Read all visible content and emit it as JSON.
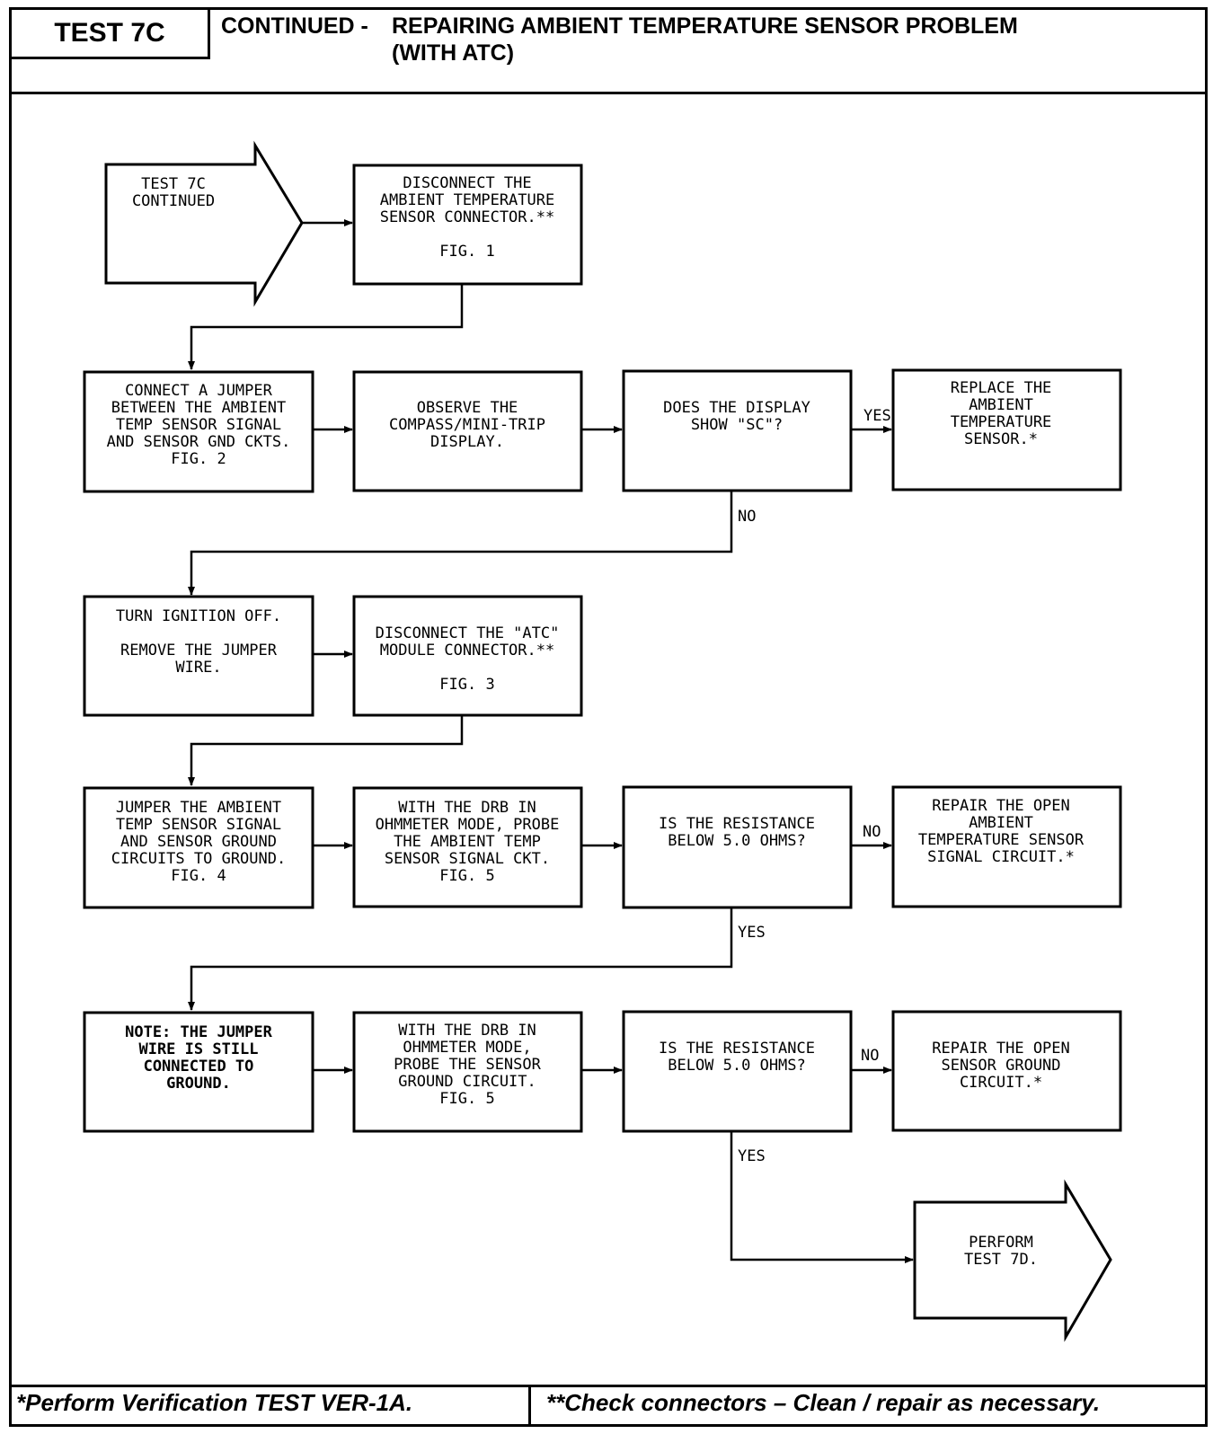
{
  "header": {
    "test_tag": "TEST 7C",
    "title_prefix": "CONTINUED -",
    "title_line1": "REPAIRING AMBIENT TEMPERATURE SENSOR PROBLEM",
    "title_line2": "(WITH ATC)"
  },
  "footer": {
    "left": "*Perform Verification TEST VER-1A.",
    "right": "**Check connectors – Clean / repair as necessary."
  },
  "flowchart": {
    "start_arrow": [
      "TEST 7C",
      "CONTINUED"
    ],
    "end_arrow": [
      "PERFORM",
      "TEST 7D."
    ],
    "boxes": {
      "disconnect_ambient": [
        "DISCONNECT THE",
        "AMBIENT TEMPERATURE",
        "SENSOR CONNECTOR.**",
        "",
        "FIG. 1"
      ],
      "connect_jumper": [
        "CONNECT A JUMPER",
        "BETWEEN THE AMBIENT",
        "TEMP SENSOR SIGNAL",
        "AND SENSOR GND CKTS.",
        "FIG. 2"
      ],
      "observe_display": [
        "OBSERVE THE",
        "COMPASS/MINI-TRIP",
        "DISPLAY."
      ],
      "does_display_show": [
        "DOES THE DISPLAY",
        "SHOW \"SC\"?"
      ],
      "replace_sensor": [
        "REPLACE THE",
        "AMBIENT",
        "TEMPERATURE",
        "SENSOR.*"
      ],
      "turn_ignition_off": [
        "TURN IGNITION OFF.",
        "",
        "REMOVE THE JUMPER",
        "WIRE."
      ],
      "disconnect_atc": [
        "DISCONNECT THE \"ATC\"",
        "MODULE CONNECTOR.**",
        "",
        "FIG. 3"
      ],
      "jumper_to_ground": [
        "JUMPER THE AMBIENT",
        "TEMP SENSOR SIGNAL",
        "AND SENSOR GROUND",
        "CIRCUITS TO GROUND.",
        "FIG. 4"
      ],
      "probe_signal": [
        "WITH THE DRB IN",
        "OHMMETER MODE, PROBE",
        "THE AMBIENT TEMP",
        "SENSOR SIGNAL CKT.",
        "FIG. 5"
      ],
      "resistance_q1": [
        "IS THE RESISTANCE",
        "BELOW 5.0 OHMS?"
      ],
      "repair_signal": [
        "REPAIR THE OPEN",
        "AMBIENT",
        "TEMPERATURE SENSOR",
        "SIGNAL CIRCUIT.*"
      ],
      "note_jumper": [
        "NOTE:  THE JUMPER",
        "WIRE IS STILL",
        "CONNECTED TO",
        "GROUND."
      ],
      "probe_ground": [
        "WITH THE DRB IN",
        "OHMMETER MODE,",
        "PROBE THE SENSOR",
        "GROUND CIRCUIT.",
        "FIG. 5"
      ],
      "resistance_q2": [
        "IS THE RESISTANCE",
        "BELOW 5.0 OHMS?"
      ],
      "repair_ground": [
        "REPAIR THE OPEN",
        "SENSOR GROUND",
        "CIRCUIT.*"
      ]
    },
    "labels": {
      "yes_1": "YES",
      "no_1": "NO",
      "no_2": "NO",
      "yes_2": "YES",
      "no_3": "NO",
      "yes_3": "YES"
    }
  }
}
